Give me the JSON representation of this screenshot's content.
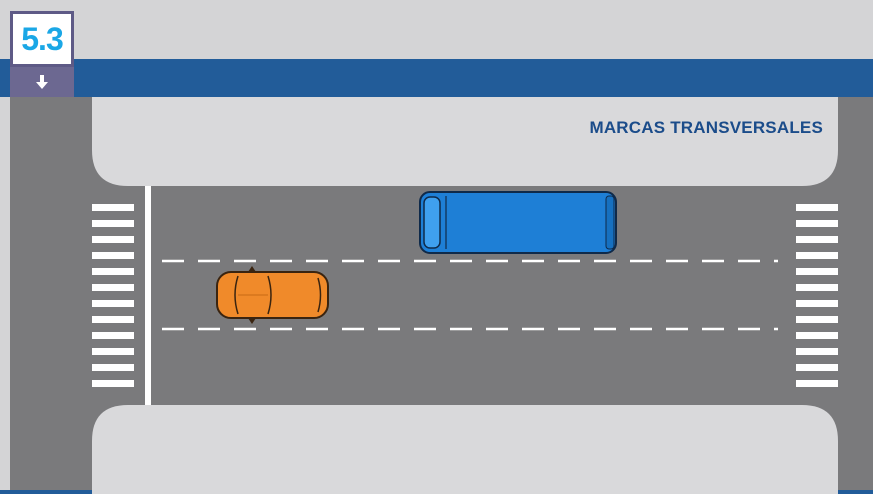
{
  "badge": {
    "number": "5.3",
    "icon": "down-arrow-icon",
    "colors": {
      "number": "#1aa7e6",
      "frame": "#5e5a86"
    }
  },
  "header_band_color": "#225c99",
  "title": "MARCAS TRANSVERSALES",
  "colors": {
    "background": "#d4d4d6",
    "road": "#7a7a7c",
    "sidewalk": "#d9d9db",
    "markings": "#ffffff",
    "title": "#1b4c8a",
    "car": "#f08a2a",
    "bus": "#1e7fd6"
  },
  "vehicles": [
    {
      "type": "car",
      "color": "orange"
    },
    {
      "type": "bus",
      "color": "blue"
    }
  ],
  "markings": [
    "crosswalk",
    "crosswalk",
    "stop-line",
    "dashed-lane-divider",
    "dashed-lane-divider"
  ]
}
